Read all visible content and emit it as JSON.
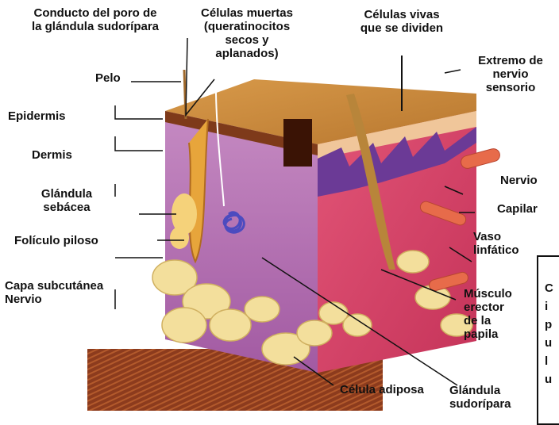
{
  "labels": {
    "conducto": "Conducto del poro de\nla glándula sudorípara",
    "muertas": "Células muertas\n(queratinocitos\nsecos y\naplanados)",
    "vivas": "Células vivas\nque se dividen",
    "pelo": "Pelo",
    "extremo": "Extremo de\nnervio\nsensorio",
    "epidermis": "Epidermis",
    "dermis": "Dermis",
    "glandula_sebacea": "Glándula\nsebácea",
    "nervio_right": "Nervio",
    "capilar": "Capilar",
    "foliculo": "Folículo piloso",
    "vaso": "Vaso\nlinfático",
    "subcutanea": "Capa subcutánea\nNervio",
    "musculo": "Músculo\nerector\nde la\npapila",
    "adiposa": "Célula adiposa",
    "sudoripara": "Glándula\nsudorípara"
  },
  "side_box_text": "C\ni\np\nu\nl\nu",
  "colors": {
    "epidermis_top": "#c98a3c",
    "dermis_front": "#b473b3",
    "dermis_side": "#d2456a",
    "fat": "#f3df9c",
    "nerve": "#e76b4a",
    "hair_photo": "#8a3a1c"
  }
}
